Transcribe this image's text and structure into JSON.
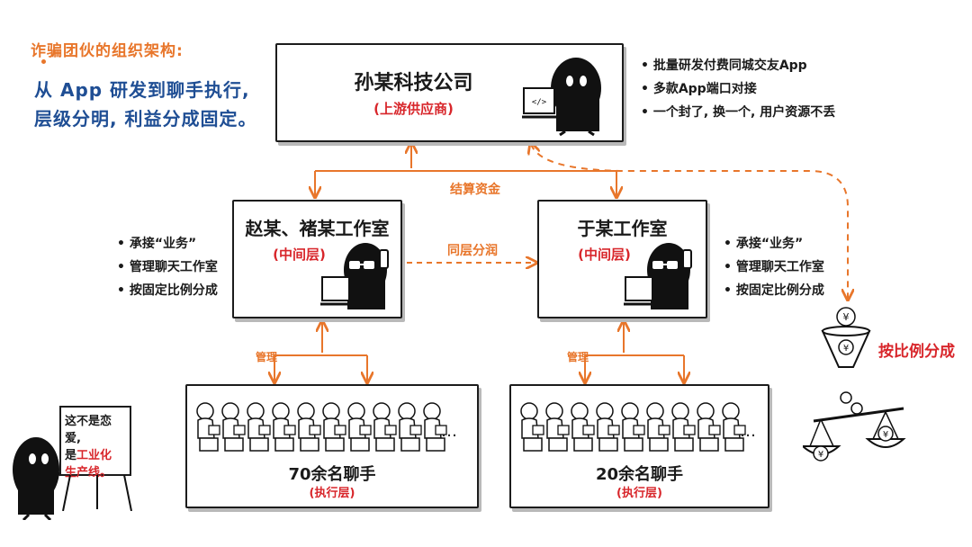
{
  "intro": {
    "title": "诈骗团伙的组织架构:",
    "lines": [
      "从 App 研发到聊手执行,",
      "层级分明, 利益分成固定。"
    ]
  },
  "top": {
    "title": "孙某科技公司",
    "subtitle": "(上游供应商)",
    "bullets": [
      "批量研发付费同城交友App",
      "多款App端口对接",
      "一个封了, 换一个, 用户资源不丢"
    ]
  },
  "settlement_label": "结算资金",
  "peer_label": "同层分润",
  "mid_left": {
    "title": "赵某、褚某工作室",
    "subtitle": "(中间层)",
    "bullets": [
      "承接“业务”",
      "管理聊天工作室",
      "按固定比例分成"
    ]
  },
  "mid_right": {
    "title": "于某工作室",
    "subtitle": "(中间层)",
    "bullets": [
      "承接“业务”",
      "管理聊天工作室",
      "按固定比例分成"
    ]
  },
  "manage_label": "管理",
  "bottom_left": {
    "title": "70余名聊手",
    "subtitle": "(执行层)"
  },
  "bottom_right": {
    "title": "20余名聊手",
    "subtitle": "(执行层)"
  },
  "ellipsis": "…",
  "ratio_label": "按比例分成",
  "sign": {
    "line1": "这不是恋爱,",
    "line2_prefix": "是",
    "line2_red": "工业化",
    "line3": "生产线。"
  },
  "code_icon": "</>",
  "yen": "¥",
  "colors": {
    "orange": "#e8762b",
    "red": "#d8262b",
    "blue": "#1f4e94",
    "ink": "#1c1c1c"
  }
}
